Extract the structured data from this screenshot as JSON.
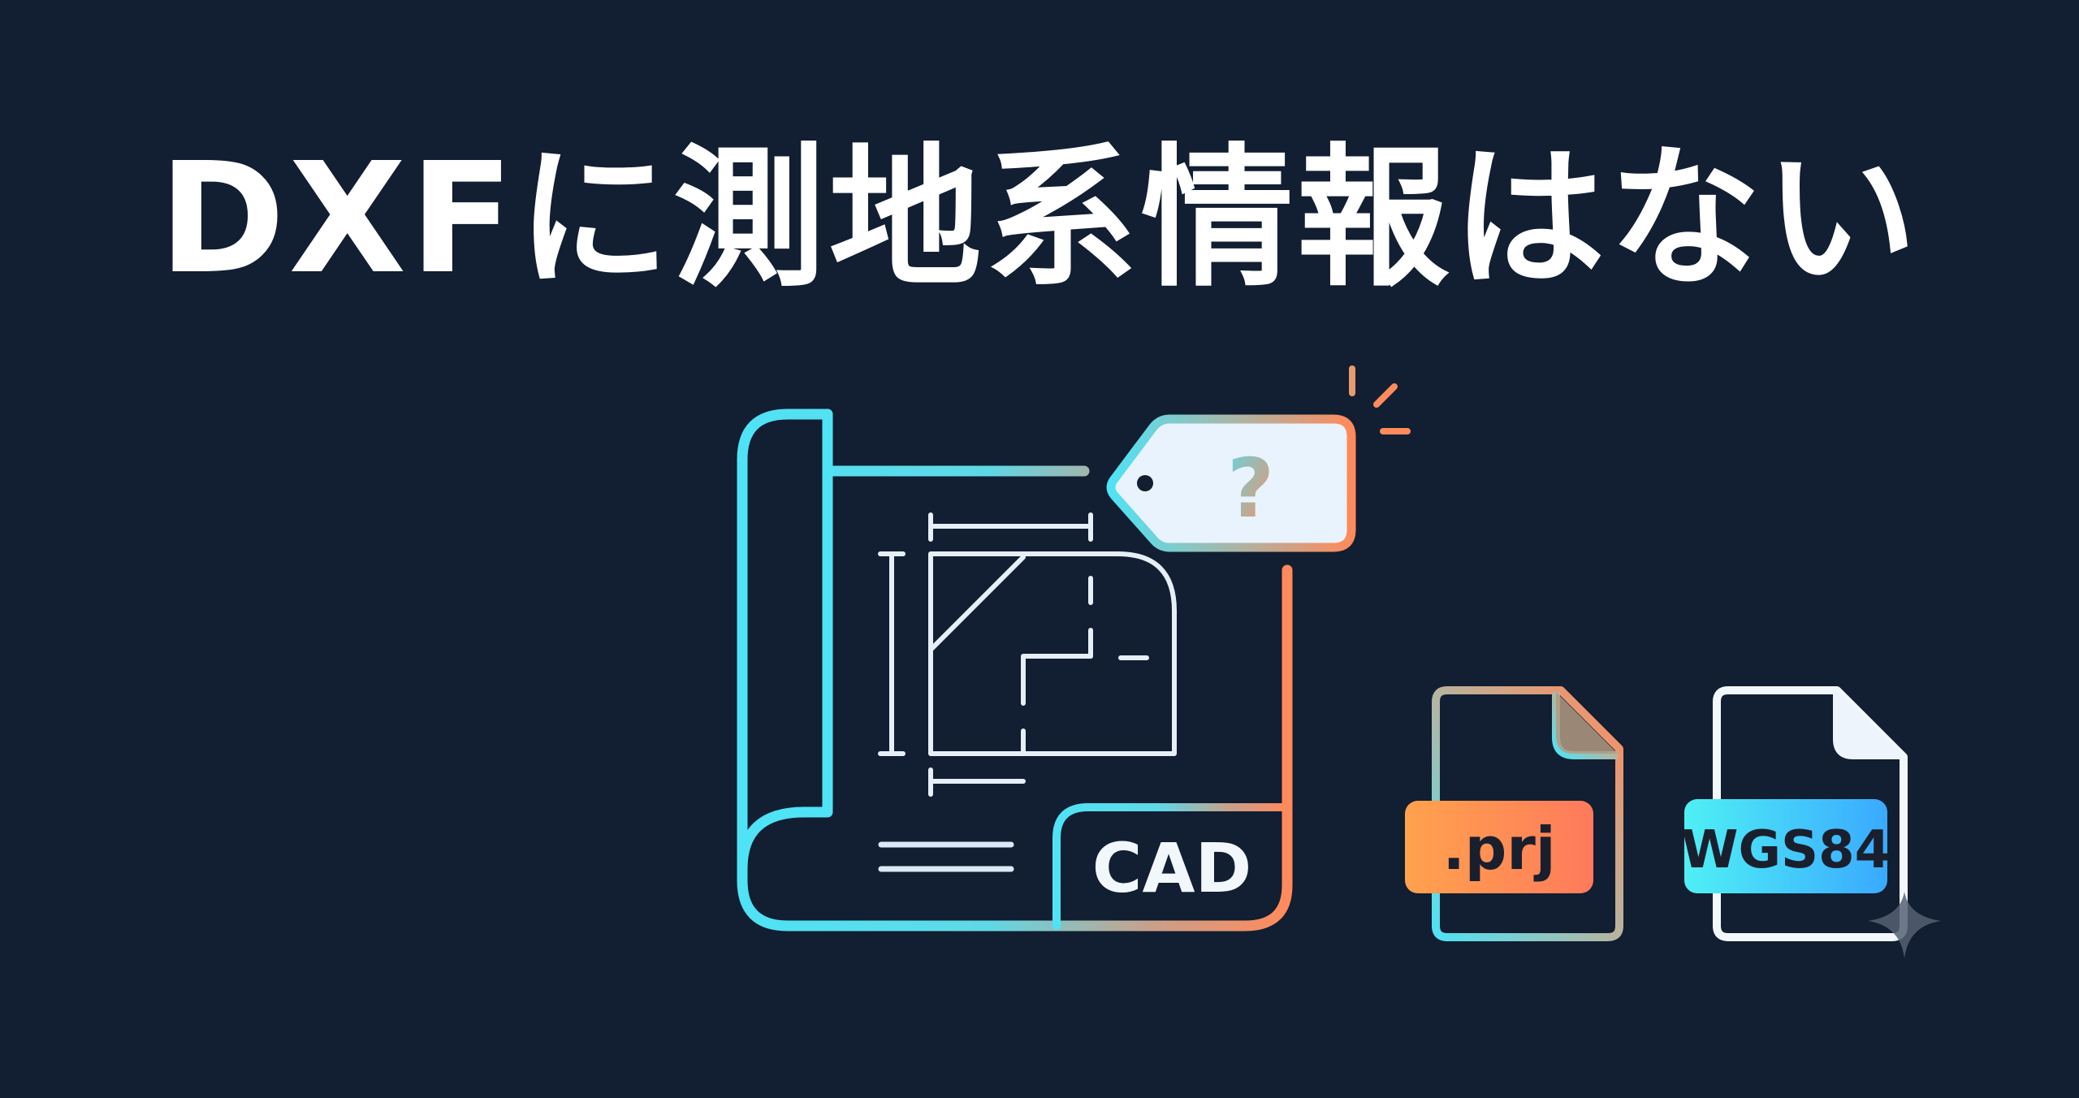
{
  "headline": "DXFに測地系情報はない",
  "drawing": {
    "cad_label": "CAD",
    "tag_symbol": "?"
  },
  "files": [
    {
      "label": ".prj"
    },
    {
      "label": "WGS84"
    }
  ],
  "colors": {
    "background": "#121e31",
    "cyan": "#4fe3f5",
    "orange": "#ff8a5c",
    "white": "#f2f7fc"
  }
}
